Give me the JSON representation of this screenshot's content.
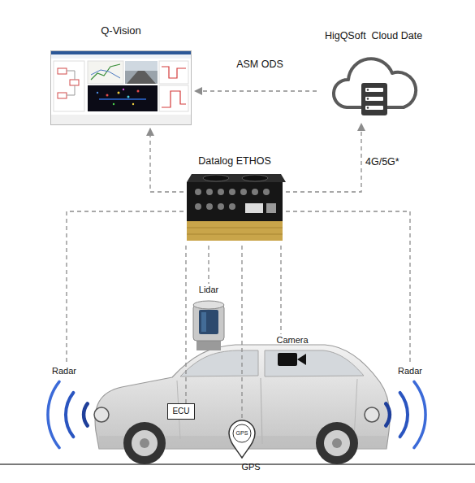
{
  "diagram": {
    "nodes": [
      {
        "text": [
          "Q-Vision"
        ]
      },
      {
        "text": [
          "HigQSoft  Cloud Date"
        ]
      },
      {
        "text": [
          "Datalog ETHOS"
        ]
      },
      {
        "text": [
          "Lidar"
        ]
      },
      {
        "text": [
          "Camera"
        ]
      },
      {
        "text": [
          "Radar"
        ]
      },
      {
        "text": [
          "Radar"
        ]
      },
      {
        "text": [
          "ECU"
        ]
      },
      {
        "text": [
          "GPS",
          "GPS"
        ]
      }
    ],
    "edges": [
      {
        "from": 1,
        "to": 0,
        "label": "ASM ODS",
        "arrow": "to"
      },
      {
        "from": 2,
        "to": 0,
        "arrow": "to"
      },
      {
        "from": 2,
        "to": 1,
        "label": "4G/5G*",
        "arrow": "to"
      },
      {
        "from": 2,
        "to": 5,
        "arrow": "none"
      },
      {
        "from": 2,
        "to": 6,
        "arrow": "none"
      },
      {
        "from": 2,
        "to": 3,
        "arrow": "none"
      },
      {
        "from": 2,
        "to": 7,
        "arrow": "none"
      },
      {
        "from": 2,
        "to": 8,
        "arrow": "none"
      },
      {
        "from": 2,
        "to": 4,
        "arrow": "none"
      }
    ]
  }
}
